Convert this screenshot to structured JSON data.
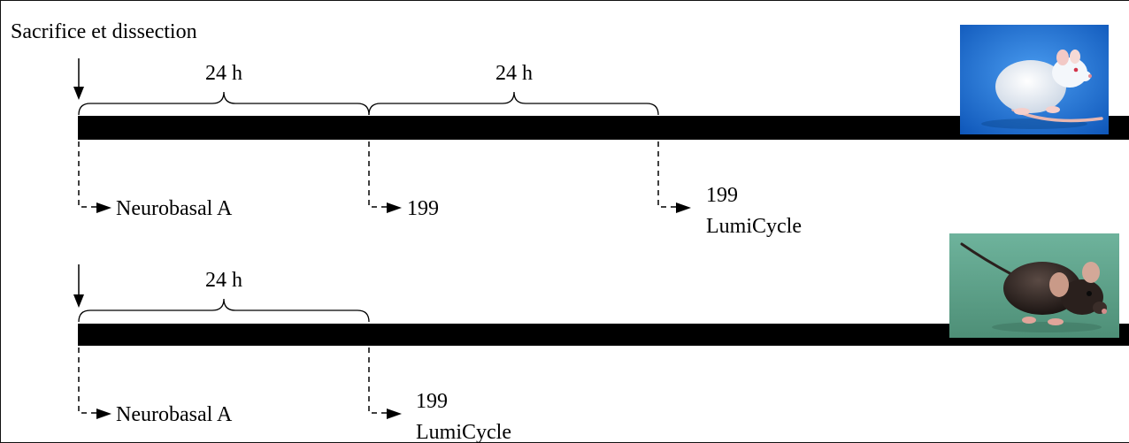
{
  "title": "Sacrifice et dissection",
  "species": [
    {
      "photo": "white-rat-photo",
      "background_color": "#1e6fd0",
      "durations": [
        "24 h",
        "24 h"
      ],
      "steps": [
        {
          "lines": [
            "Neurobasal A"
          ]
        },
        {
          "lines": [
            "199"
          ]
        },
        {
          "lines": [
            "199",
            "LumiCycle"
          ]
        }
      ]
    },
    {
      "photo": "black-mouse-photo",
      "background_color": "#5fa088",
      "durations": [
        "24 h"
      ],
      "steps": [
        {
          "lines": [
            "Neurobasal A"
          ]
        },
        {
          "lines": [
            "199",
            "LumiCycle"
          ]
        }
      ]
    }
  ]
}
